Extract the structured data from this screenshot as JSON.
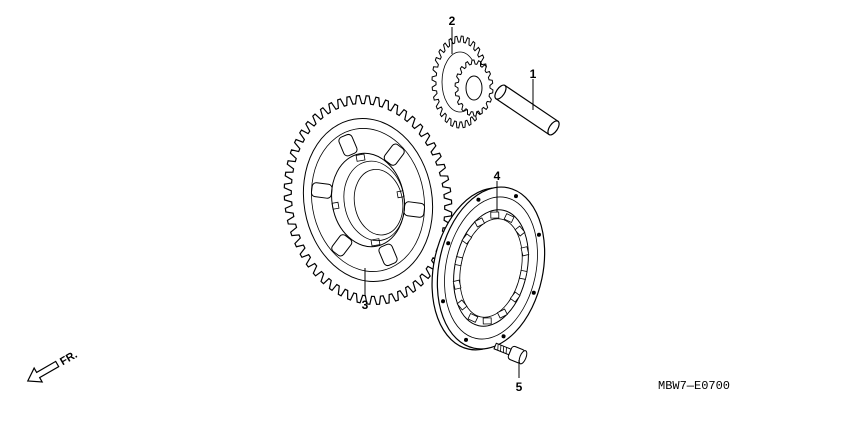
{
  "callouts": {
    "part_1": "1",
    "part_2": "2",
    "part_3": "3",
    "part_4": "4",
    "part_5": "5"
  },
  "direction_indicator": "FR.",
  "diagram_code": "MBW7—E0700"
}
